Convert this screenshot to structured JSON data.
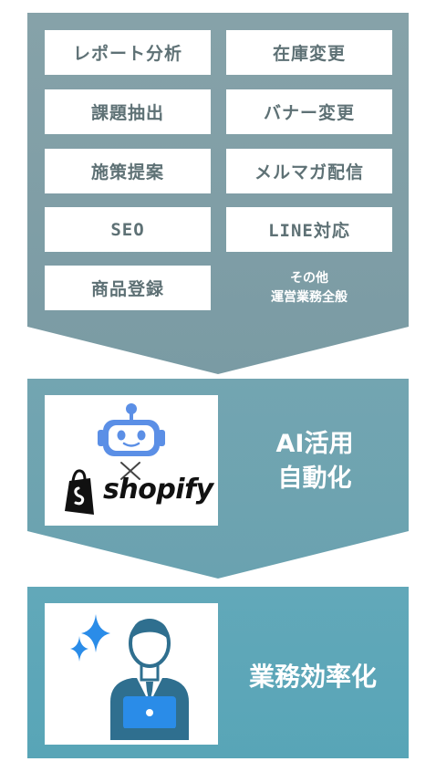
{
  "stages": {
    "tasks": [
      "レポート分析",
      "在庫変更",
      "課題抽出",
      "バナー変更",
      "施策提案",
      "メルマガ配信",
      "SEO",
      "LINE対応",
      "商品登録"
    ],
    "other_tasks": [
      "その他",
      "運営業務全般"
    ],
    "middle_label_lines": [
      "AI活用",
      "自動化"
    ],
    "shopify_wordmark": "shopify",
    "bottom_label": "業務効率化"
  },
  "colors": {
    "top_panel": "#7e9ea6",
    "middle_panel": "#6ba3b1",
    "bottom_panel": "#5aa6b8",
    "task_text": "#5e7175",
    "robot_blue": "#5b8fe6",
    "person_dark": "#2f6f8f",
    "sparkle_blue": "#2a8ce8"
  },
  "icons": [
    "robot-icon",
    "times-icon",
    "shopify-bag-icon",
    "person-laptop-icon",
    "sparkle-icon"
  ]
}
